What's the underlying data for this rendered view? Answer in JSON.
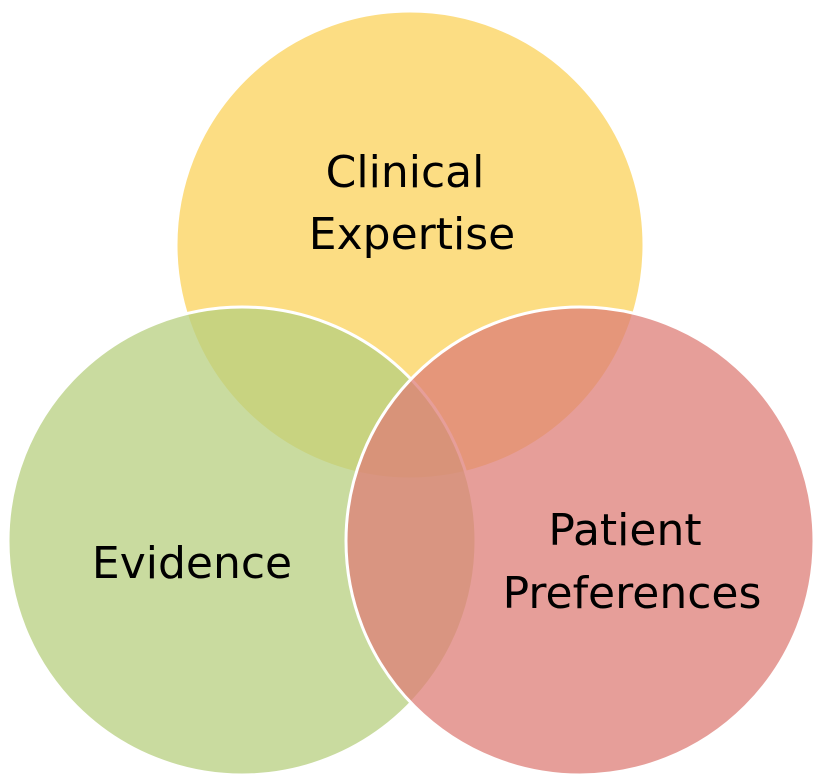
{
  "diagram": {
    "type": "venn",
    "sets": [
      {
        "id": "clinical",
        "lines": [
          "Clinical",
          "Expertise"
        ],
        "color": "#FBD25A"
      },
      {
        "id": "evidence",
        "lines": [
          "Evidence"
        ],
        "color": "#B7CF7F"
      },
      {
        "id": "patient",
        "lines": [
          "Patient",
          "Preferences"
        ],
        "color": "#DE7E77"
      }
    ],
    "colors": {
      "stroke": "#FFFFFF",
      "background": "#FFFFFF"
    },
    "fill_opacity": 0.75
  }
}
